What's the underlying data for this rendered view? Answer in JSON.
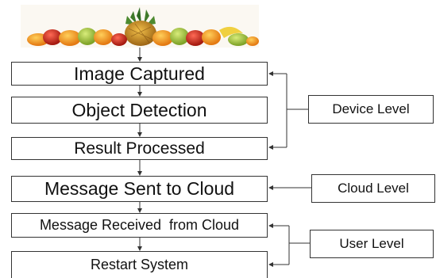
{
  "steps": [
    {
      "label": "Image Captured"
    },
    {
      "label": "Object Detection"
    },
    {
      "label": "Result Processed"
    },
    {
      "label": "Message Sent to Cloud"
    },
    {
      "label": "Message Received  from Cloud"
    },
    {
      "label": "Restart System"
    }
  ],
  "levels": {
    "device": "Device Level",
    "cloud": "Cloud Level",
    "user": "User Level"
  },
  "image": {
    "icon": "fruit-banner-image"
  }
}
